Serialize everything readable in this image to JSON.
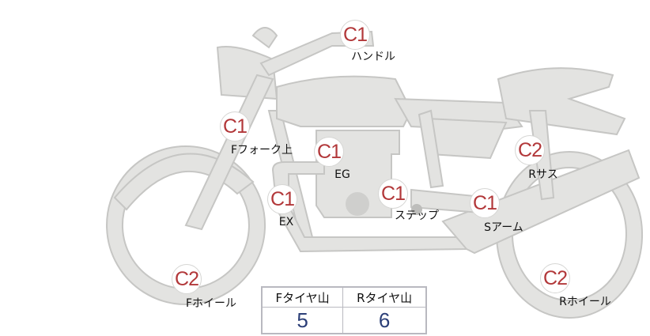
{
  "colors": {
    "part_fill": "#e3e3e1",
    "part_stroke": "#c6c6c4",
    "badge_text": "#b2383a",
    "value_text": "#2c3f78"
  },
  "points": [
    {
      "id": "handle",
      "badge": "C1",
      "label": "ハンドル"
    },
    {
      "id": "front-fork-top",
      "badge": "C1",
      "label": "Fフォーク上"
    },
    {
      "id": "engine",
      "badge": "C1",
      "label": "EG"
    },
    {
      "id": "exhaust",
      "badge": "C1",
      "label": "EX"
    },
    {
      "id": "step",
      "badge": "C1",
      "label": "ステップ"
    },
    {
      "id": "rear-suspension",
      "badge": "C2",
      "label": "Rサス"
    },
    {
      "id": "swing-arm",
      "badge": "C1",
      "label": "Sアーム"
    },
    {
      "id": "front-wheel",
      "badge": "C2",
      "label": "Fホイール"
    },
    {
      "id": "rear-wheel",
      "badge": "C2",
      "label": "Rホイール"
    }
  ],
  "tire_table": {
    "headers": [
      "Fタイヤ山",
      "Rタイヤ山"
    ],
    "values": [
      "5",
      "6"
    ]
  }
}
